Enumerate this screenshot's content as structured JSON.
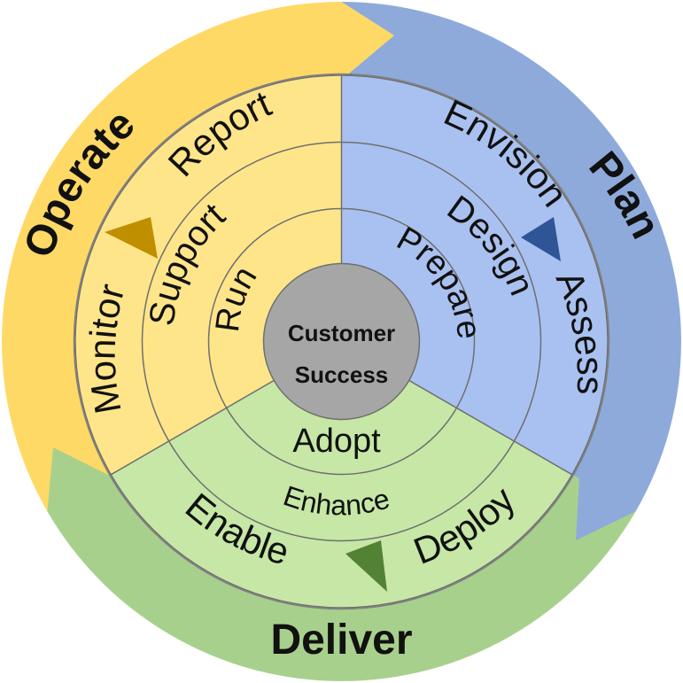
{
  "center": {
    "line1": "Customer",
    "line2": "Success"
  },
  "phases": {
    "plan": {
      "label": "Plan",
      "color": "#8eaadb",
      "fill": "#a9c1f0"
    },
    "deliver": {
      "label": "Deliver",
      "color": "#a8d08d",
      "fill": "#c6e7a6"
    },
    "operate": {
      "label": "Operate",
      "color": "#ffd966",
      "fill": "#ffe58a"
    }
  },
  "rings": {
    "plan": {
      "outer": "Envision",
      "middle": "Design",
      "inner": "Prepare",
      "side": "Assess"
    },
    "deliver": {
      "outer_left": "Enable",
      "outer_right": "Deploy",
      "middle": "Enhance",
      "inner": "Adopt"
    },
    "operate": {
      "outer": "Report",
      "middle": "Support",
      "inner": "Run",
      "side": "Monitor"
    }
  },
  "arrows": {
    "plan": {
      "color": "#2f5597"
    },
    "deliver": {
      "color": "#548235"
    },
    "operate": {
      "color": "#bf8f00"
    }
  },
  "center_color": "#a6a6a6"
}
